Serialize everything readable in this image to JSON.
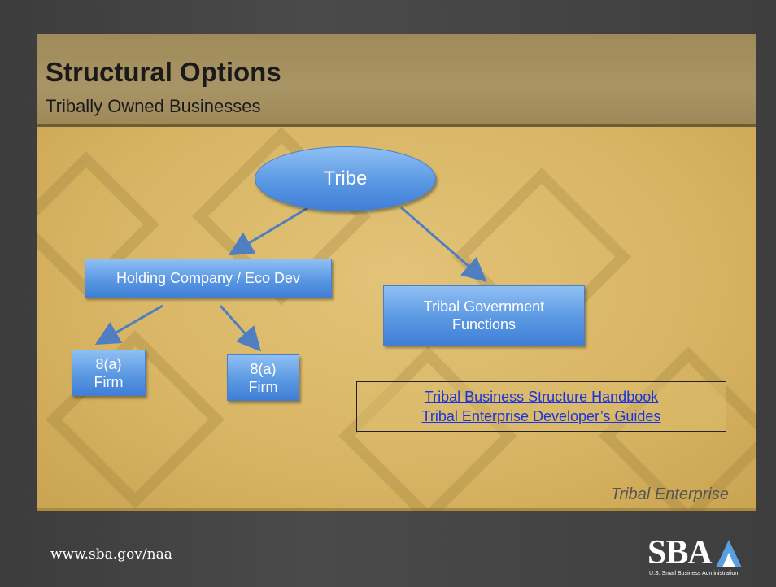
{
  "header": {
    "title": "Structural Options",
    "subtitle": "Tribally Owned Businesses"
  },
  "diagram": {
    "nodes": {
      "tribe": "Tribe",
      "holding": "Holding Company / Eco Dev",
      "government_line1": "Tribal Government",
      "government_line2": "Functions",
      "firm_a_line1": "8(a)",
      "firm_a_line2": "Firm",
      "firm_b_line1": "8(a)",
      "firm_b_line2": "Firm"
    },
    "colors": {
      "node": "#5b98e3",
      "arrow": "#4f7fc0"
    }
  },
  "links": {
    "handbook": "Tribal Business Structure Handbook",
    "guides": "Tribal Enterprise Developer’s Guides"
  },
  "footer": {
    "tag": "Tribal Enterprise",
    "url": "www.sba.gov/naa",
    "logo_text": "SBA",
    "logo_subtext": "U.S. Small Business Administration"
  }
}
